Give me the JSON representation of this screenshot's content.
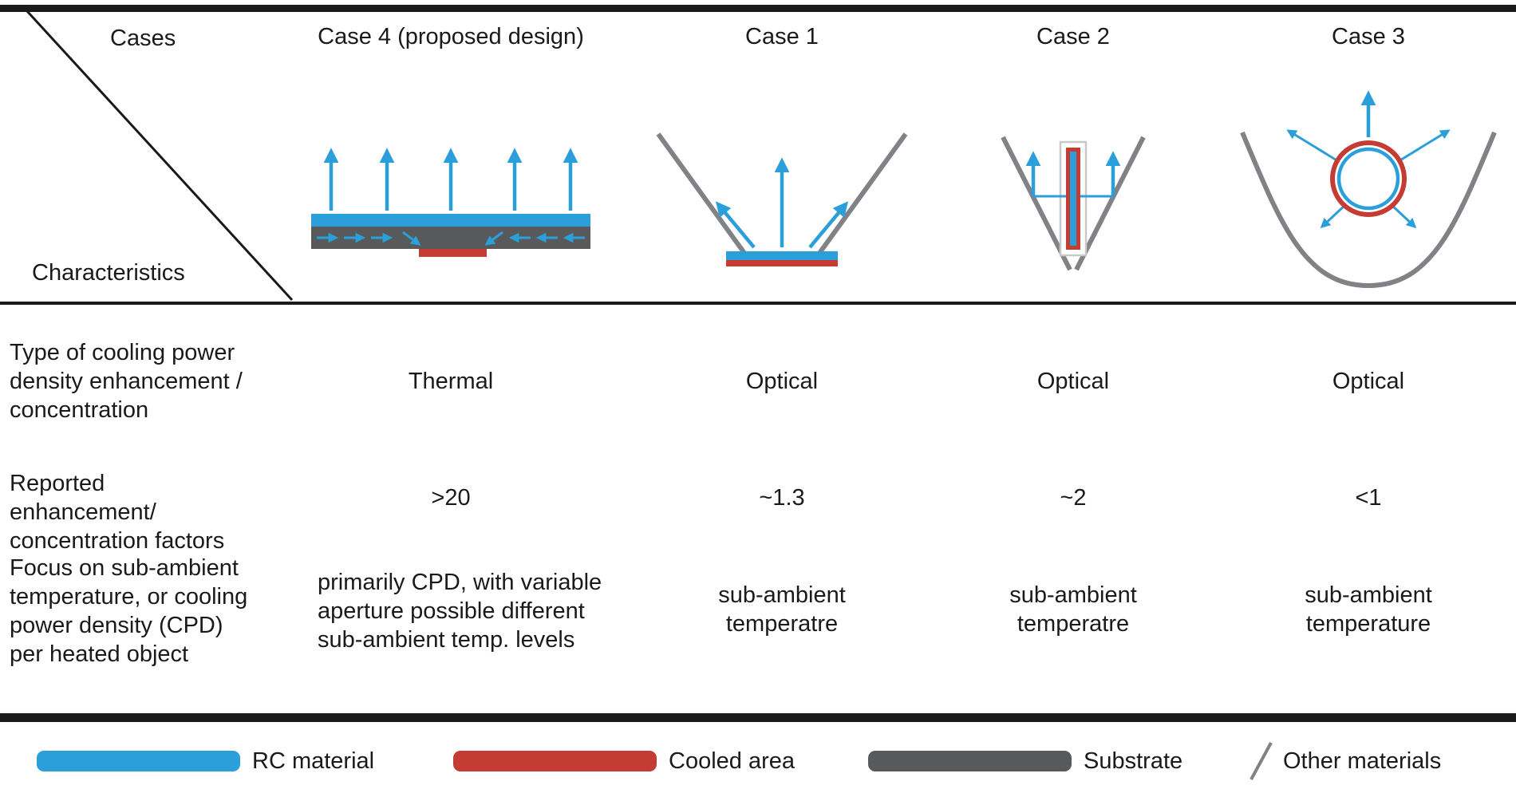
{
  "header": {
    "cases_label": "Cases",
    "characteristics_label": "Characteristics",
    "columns": [
      "Case 4 (proposed design)",
      "Case 1",
      "Case 2",
      "Case 3"
    ]
  },
  "rows": [
    {
      "label": "Type of cooling power density enhancement / concentration",
      "values": [
        "Thermal",
        "Optical",
        "Optical",
        "Optical"
      ]
    },
    {
      "label": "Reported enhancement/ concentration factors",
      "values": [
        ">20",
        "~1.3",
        "~2",
        "<1"
      ]
    },
    {
      "label": "Focus on sub-ambient temperature, or cooling power density (CPD) per heated object",
      "values": [
        "primarily CPD, with variable aperture possible different sub-ambient temp. levels",
        "sub-ambient temperatre",
        "sub-ambient temperatre",
        "sub-ambient temperature"
      ]
    }
  ],
  "legend": {
    "items": [
      "RC material",
      "Cooled area",
      "Substrate",
      "Other materials"
    ]
  },
  "colors": {
    "rc_blue": "#2B9FD9",
    "cooled_red": "#C43C33",
    "substrate_gray": "#58595B",
    "wall_gray": "#808285",
    "line_black": "#1A1A1A"
  }
}
